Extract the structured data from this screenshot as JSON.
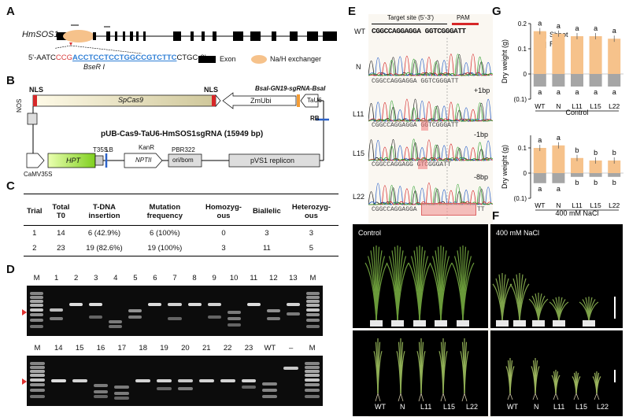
{
  "panels": {
    "a": "A",
    "b": "B",
    "c": "C",
    "d": "D",
    "e": "E",
    "f": "F",
    "g": "G"
  },
  "panel_a": {
    "gene": "HmSOS1",
    "seq_prefix": "5'-AATC",
    "seq_red": "CCG",
    "seq_blue": "ACCTCCTCCTGGCCGTCTTC",
    "seq_suffix": "CTGC-3'",
    "enzyme": "BseR I",
    "legend_exon": "Exon",
    "legend_exchanger": "Na/H exchanger"
  },
  "panel_b": {
    "nls1": "NLS",
    "cas9": "SpCas9",
    "nls2": "NLS",
    "zmubi": "ZmUbi",
    "bsai": "BsaI-GN19-sgRNA-BsaI",
    "tau6": "TaU6",
    "rb": "RB",
    "nos": "NOS",
    "plasmid": "pUB-Cas9-TaU6-HmSOS1sgRNA (15949 bp)",
    "hpt": "HPT",
    "t35s": "T35S",
    "lb": "LB",
    "kan": "KanR",
    "npt": "NPTII",
    "pbr": "PBR322",
    "oribom": "ori/bom",
    "pvs1": "pVS1 replicon",
    "camv": "CaMV35S"
  },
  "panel_c": {
    "headers": [
      "Trial",
      "Total T0",
      "T-DNA insertion",
      "Mutation frequency",
      "Homozyg-ous",
      "Biallelic",
      "Heterozyg-ous"
    ],
    "rows": [
      [
        "1",
        "14",
        "6 (42.9%)",
        "6 (100%)",
        "0",
        "3",
        "3"
      ],
      [
        "2",
        "23",
        "19 (82.6%)",
        "19 (100%)",
        "3",
        "11",
        "5"
      ]
    ]
  },
  "panel_d": {
    "top_labels": [
      "M",
      "1",
      "2",
      "3",
      "4",
      "5",
      "6",
      "7",
      "8",
      "9",
      "10",
      "11",
      "12",
      "13",
      "M"
    ],
    "bottom_labels": [
      "M",
      "14",
      "15",
      "16",
      "17",
      "18",
      "19",
      "20",
      "21",
      "22",
      "23",
      "WT",
      "–",
      "M"
    ]
  },
  "panel_e": {
    "target": "Target site (5'-3')",
    "pam": "PAM",
    "wt_label": "WT",
    "wt_seq": "CGGCCAGGAGGA GGTCGGGATT",
    "rows": [
      {
        "label": "N",
        "seq": "CGGCCAGGAGGA GGTCGGGATT",
        "note": ""
      },
      {
        "label": "L11",
        "seq": "CGGCCAGGAGGA GGTCGGGATT",
        "note": "+1bp"
      },
      {
        "label": "L15",
        "seq": "CGGCCAGGAGG  GTCGGGATT",
        "note": "-1bp"
      },
      {
        "label": "L22",
        "seq": "CGGCCAGGAGGA",
        "note": "-8bp"
      }
    ],
    "seq_last": "TT"
  },
  "panel_f": {
    "control": "Control",
    "nacl": "400 mM NaCl",
    "lines": [
      "WT",
      "N",
      "L11",
      "L15",
      "L22",
      "WT",
      "N",
      "L11",
      "L15",
      "L22"
    ]
  },
  "panel_g": {
    "legend_shoot": "Shoot",
    "legend_root": "Root",
    "ylabel": "Dry weight (g)",
    "xlabel_top": "Control",
    "xlabel_bottom": "400 mM NaCl",
    "colors": {
      "shoot": "#f6c28b",
      "root": "#a6a6a6"
    }
  },
  "chart_data": [
    {
      "type": "bar",
      "title": "",
      "xlabel": "Control",
      "ylabel": "Dry weight (g)",
      "ylim": [
        -0.1,
        0.2
      ],
      "yticks": [
        "0.2",
        "0.1",
        "0",
        "(0.1)"
      ],
      "categories": [
        "WT",
        "N",
        "L11",
        "L15",
        "L22"
      ],
      "series": [
        {
          "name": "Shoot",
          "values": [
            0.17,
            0.16,
            0.15,
            0.15,
            0.14
          ],
          "letters": [
            "a",
            "a",
            "a",
            "a",
            "a"
          ]
        },
        {
          "name": "Root",
          "values": [
            -0.05,
            -0.05,
            -0.05,
            -0.05,
            -0.05
          ],
          "letters": [
            "a",
            "a",
            "a",
            "a",
            "a"
          ]
        }
      ]
    },
    {
      "type": "bar",
      "title": "",
      "xlabel": "400 mM NaCl",
      "ylabel": "Dry weight (g)",
      "ylim": [
        -0.1,
        0.15
      ],
      "yticks": [
        "0.1",
        "0",
        "(0.1)"
      ],
      "categories": [
        "WT",
        "N",
        "L11",
        "L15",
        "L22"
      ],
      "series": [
        {
          "name": "Shoot",
          "values": [
            0.1,
            0.11,
            0.06,
            0.05,
            0.05
          ],
          "letters": [
            "a",
            "a",
            "b",
            "b",
            "b"
          ]
        },
        {
          "name": "Root",
          "values": [
            -0.04,
            -0.04,
            -0.015,
            -0.015,
            -0.015
          ],
          "letters": [
            "a",
            "a",
            "b",
            "b",
            "b"
          ]
        }
      ]
    }
  ]
}
